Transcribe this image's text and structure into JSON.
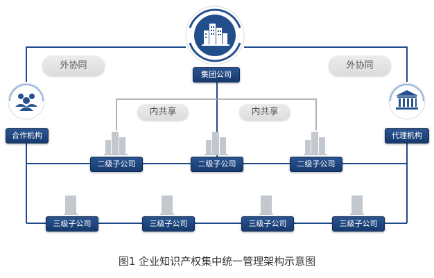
{
  "nodes": {
    "group": "集团公司",
    "partner": "合作机构",
    "agency": "代理机构",
    "l2": [
      "二级子公司",
      "二级子公司",
      "二级子公司"
    ],
    "l3": [
      "三级子公司",
      "三级子公司",
      "三级子公司",
      "三级子公司"
    ]
  },
  "pills": {
    "external_left": "外协同",
    "external_right": "外协同",
    "internal_left": "内共享",
    "internal_right": "内共享"
  },
  "caption": "图1 企业知识产权集中统一管理架构示意图",
  "colors": {
    "line": "#1e4a8a",
    "label": "#1f4a86",
    "pill": "#e2e2e2",
    "building": "#bfc4cc",
    "ring": "#2a5490"
  }
}
